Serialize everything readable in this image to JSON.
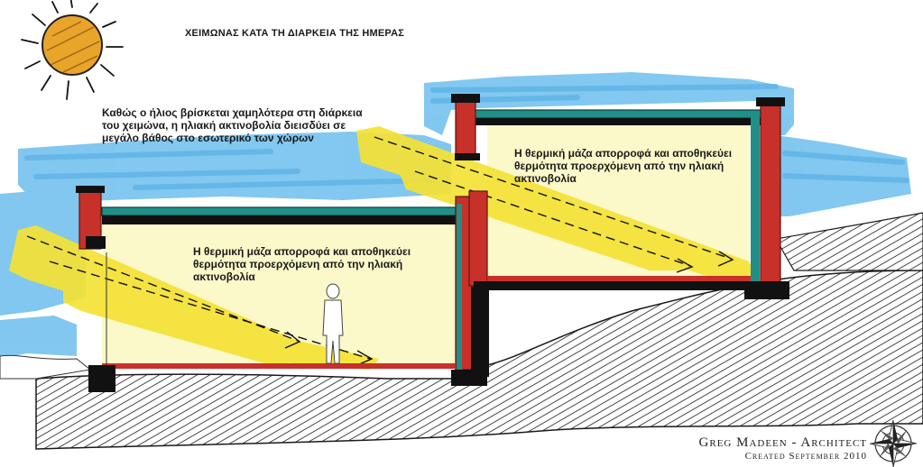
{
  "title": "ΧΕΙΜΩΝΑΣ ΚΑΤΑ ΤΗ ΔΙΑΡΚΕΙΑ ΤΗΣ ΗΜΕΡΑΣ",
  "annotations": {
    "intro": [
      "Καθώς ο ήλιος βρίσκεται χαμηλότερα στη διάρκεια",
      "του χειμώνα, η ηλιακή ακτινοβολία διεισδύει σε",
      "μεγάλο βάθος στο εσωτερικό των χώρων"
    ],
    "upper_room": [
      "Η θερμική μάζα απορροφά και αποθηκεύει",
      "θερμότητα προερχόμενη από την ηλιακή",
      "ακτινοβολία"
    ],
    "lower_room": [
      "Η θερμική μάζα απορροφά και αποθηκεύει",
      "θερμότητα προερχόμενη από την ηλιακή",
      "ακτινοβολία"
    ]
  },
  "credit": {
    "name": "Greg Madeen - Architect",
    "created": "Created September 2010"
  },
  "colors": {
    "sky": "#6fc0ee",
    "sun_beam": "#f5e23a",
    "interior": "#fbf7c8",
    "brick": "#c8302a",
    "roof_teal": "#1f8f87",
    "ground_hatch": "#222222",
    "sun_fill": "#e9a42a"
  },
  "icons": [
    "sun-icon",
    "compass-rose-icon",
    "person-silhouette-icon"
  ]
}
